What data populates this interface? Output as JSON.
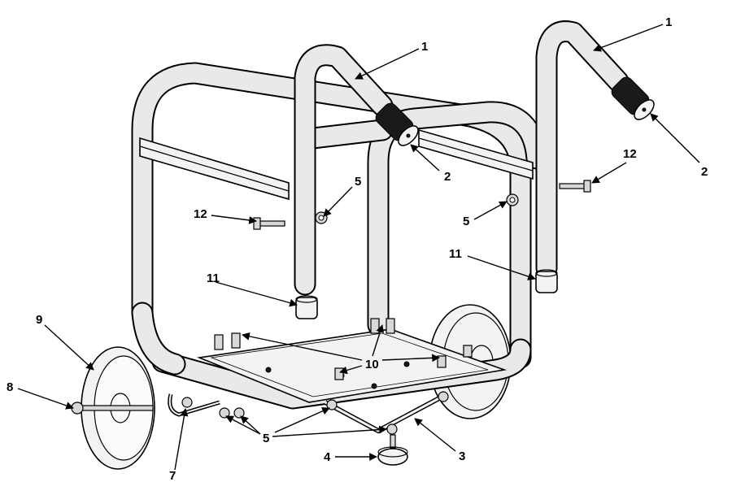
{
  "diagram": {
    "labels": [
      {
        "id": "grip-handle-left",
        "text": "1"
      },
      {
        "id": "grip-handle-right",
        "text": "1"
      },
      {
        "id": "end-cap-left",
        "text": "2"
      },
      {
        "id": "end-cap-right",
        "text": "2"
      },
      {
        "id": "support-bracket",
        "text": "3"
      },
      {
        "id": "rubber-foot",
        "text": "4"
      },
      {
        "id": "nut-left-handle",
        "text": "5"
      },
      {
        "id": "nut-right-handle",
        "text": "5"
      },
      {
        "id": "nut-bottom",
        "text": "5"
      },
      {
        "id": "axle-bolt",
        "text": "7"
      },
      {
        "id": "wheel-nut",
        "text": "8"
      },
      {
        "id": "wheel",
        "text": "9"
      },
      {
        "id": "mount-bolts",
        "text": "10"
      },
      {
        "id": "spacer-left",
        "text": "11"
      },
      {
        "id": "spacer-right",
        "text": "11"
      },
      {
        "id": "bolt-left-handle",
        "text": "12"
      },
      {
        "id": "bolt-right-handle",
        "text": "12"
      }
    ]
  }
}
